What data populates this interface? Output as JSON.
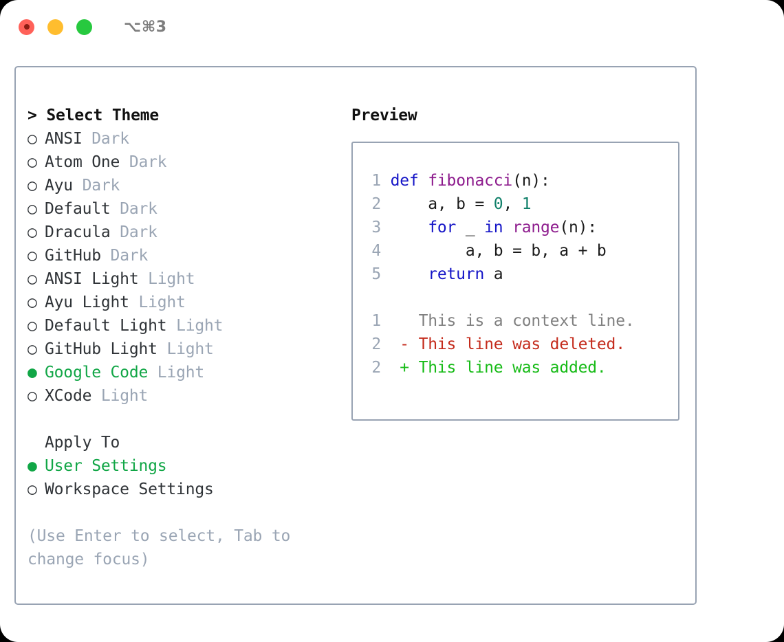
{
  "titlebar": {
    "shortcut": "⌥⌘3",
    "buttons": [
      {
        "name": "close",
        "color": "#ff6159"
      },
      {
        "name": "minimize",
        "color": "#ffbd2e"
      },
      {
        "name": "zoom",
        "color": "#27c93f"
      }
    ]
  },
  "colors": {
    "accent_green": "#11a646",
    "muted": "#9aa5b4",
    "border": "#98a3b3",
    "text": "#2f3337",
    "keyword": "#1515c7",
    "function": "#8d1b8d",
    "number": "#11806a",
    "diff_deleted": "#c42b1c",
    "diff_added": "#17bb17",
    "diff_context": "#808080"
  },
  "theme_picker": {
    "caret": ">",
    "title": "Select Theme",
    "bullet_selected": "●",
    "bullet_unselected": "○",
    "items": [
      {
        "label": "ANSI",
        "tag": "Dark",
        "selected": false
      },
      {
        "label": "Atom One",
        "tag": "Dark",
        "selected": false
      },
      {
        "label": "Ayu",
        "tag": "Dark",
        "selected": false
      },
      {
        "label": "Default",
        "tag": "Dark",
        "selected": false
      },
      {
        "label": "Dracula",
        "tag": "Dark",
        "selected": false
      },
      {
        "label": "GitHub",
        "tag": "Dark",
        "selected": false
      },
      {
        "label": "ANSI Light",
        "tag": "Light",
        "selected": false
      },
      {
        "label": "Ayu Light",
        "tag": "Light",
        "selected": false
      },
      {
        "label": "Default Light",
        "tag": "Light",
        "selected": false
      },
      {
        "label": "GitHub Light",
        "tag": "Light",
        "selected": false
      },
      {
        "label": "Google Code",
        "tag": "Light",
        "selected": true
      },
      {
        "label": "XCode",
        "tag": "Light",
        "selected": false
      }
    ]
  },
  "apply_to": {
    "title": "Apply To",
    "items": [
      {
        "label": "User Settings",
        "selected": true
      },
      {
        "label": "Workspace Settings",
        "selected": false
      }
    ]
  },
  "hint": "(Use Enter to select, Tab to change focus)",
  "preview": {
    "title": "Preview",
    "code_lines": [
      {
        "number": "1",
        "tokens": [
          {
            "text": "def ",
            "type": "kw"
          },
          {
            "text": "fibonacci",
            "type": "fn"
          },
          {
            "text": "(n):",
            "type": "pl"
          }
        ]
      },
      {
        "number": "2",
        "tokens": [
          {
            "text": "    a, b = ",
            "type": "pl"
          },
          {
            "text": "0",
            "type": "num"
          },
          {
            "text": ", ",
            "type": "pl"
          },
          {
            "text": "1",
            "type": "num"
          }
        ]
      },
      {
        "number": "3",
        "tokens": [
          {
            "text": "    for",
            "type": "kw"
          },
          {
            "text": " _ ",
            "type": "pl"
          },
          {
            "text": "in",
            "type": "kw"
          },
          {
            "text": " ",
            "type": "pl"
          },
          {
            "text": "range",
            "type": "fn"
          },
          {
            "text": "(n):",
            "type": "pl"
          }
        ]
      },
      {
        "number": "4",
        "tokens": [
          {
            "text": "        a, b = b, a + b",
            "type": "pl"
          }
        ]
      },
      {
        "number": "5",
        "tokens": [
          {
            "text": "    return",
            "type": "kw"
          },
          {
            "text": " a",
            "type": "pl"
          }
        ]
      }
    ],
    "diff_lines": [
      {
        "number": "1",
        "marker": " ",
        "text": "This is a context line.",
        "type": "ctx"
      },
      {
        "number": "2",
        "marker": "-",
        "text": "This line was deleted.",
        "type": "del"
      },
      {
        "number": "2",
        "marker": "+",
        "text": "This line was added.",
        "type": "add"
      }
    ]
  }
}
